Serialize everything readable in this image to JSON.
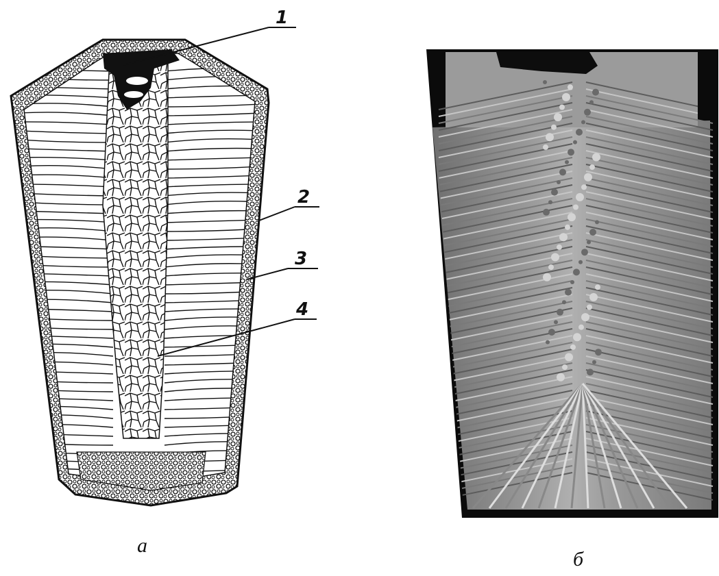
{
  "figure": {
    "left_panel": {
      "caption": "а",
      "labels": [
        {
          "id": "1",
          "text": "1"
        },
        {
          "id": "2",
          "text": "2"
        },
        {
          "id": "3",
          "text": "3"
        },
        {
          "id": "4",
          "text": "4"
        }
      ]
    },
    "right_panel": {
      "caption": "б"
    }
  },
  "colors": {
    "ink": "#111111",
    "paper": "#ffffff",
    "photo_bg": "#8a8a8a",
    "photo_frame": "#0b0b0b"
  }
}
